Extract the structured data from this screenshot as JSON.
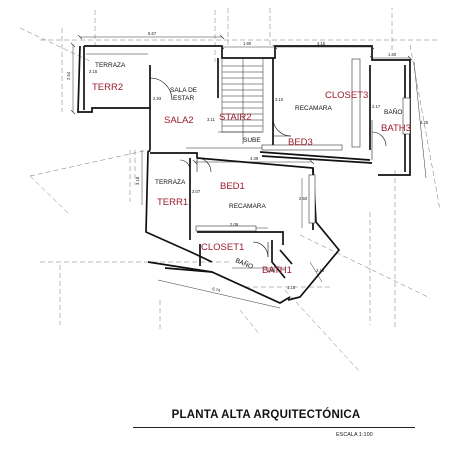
{
  "rooms": {
    "terr2": {
      "label": "TERRAZA",
      "tag": "TERR2"
    },
    "sala2": {
      "label": "SALA DE ESTAR",
      "tag": "SALA2"
    },
    "stair2": {
      "tag": "STAIR2"
    },
    "bed3": {
      "label": "RECAMARA",
      "tag": "BED3"
    },
    "closet3": {
      "tag": "CLOSET3"
    },
    "bath3": {
      "label": "BAÑO",
      "tag": "BATH3"
    },
    "terr1": {
      "label": "TERRAZA",
      "tag": "TERR1"
    },
    "bed1": {
      "label": "RECAMARA",
      "tag": "BED1"
    },
    "closet1": {
      "tag": "CLOSET1"
    },
    "bath1": {
      "label": "BAÑO",
      "tag": "BATH1"
    }
  },
  "annotations": {
    "sube": "SUBE"
  },
  "dimensions": {
    "top_overall": "5.67",
    "top_mid": "1.90",
    "top_right_a": "4.15",
    "top_right_b": "1.60",
    "left_terr2": "2.64",
    "terr2_width": "2.15",
    "sala_h": "2.93",
    "stair_h": "3.11",
    "bed3_h": "3.10",
    "closet3_h": "2.17",
    "right_overall": "4.26",
    "bed1_width": "4.39",
    "left_terr1": "3.18",
    "terr1_h": "3.07",
    "bed1_right": "2.60",
    "closet1_w": "2.09",
    "bath1_w": "1.65",
    "bath1_right": "2.18",
    "bath1_small": "1.15",
    "bottom_diag": "6.74"
  },
  "sheet": {
    "title": "PLANTA ALTA ARQUITECTÓNICA",
    "scale": "ESCALA 1:100"
  }
}
